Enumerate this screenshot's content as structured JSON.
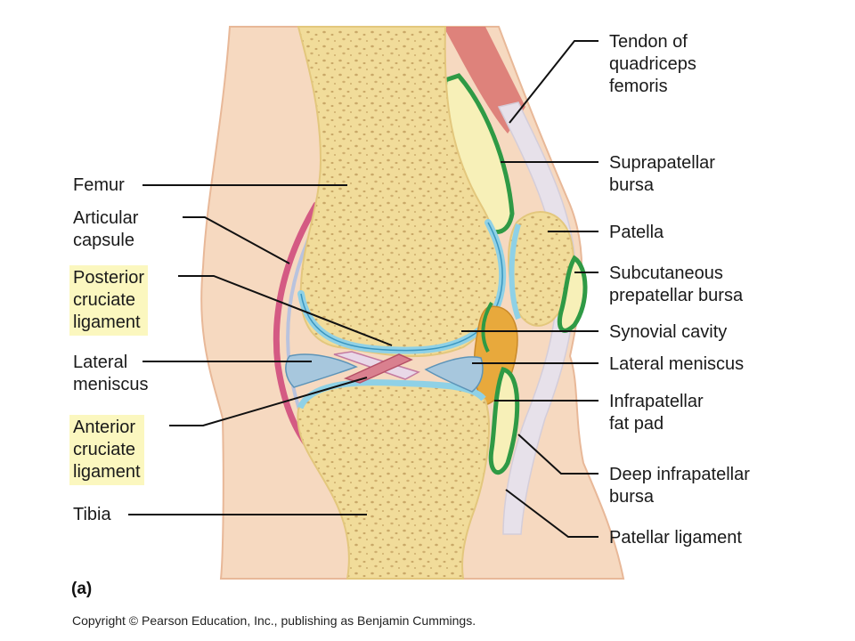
{
  "labels": {
    "left": [
      {
        "id": "femur",
        "text": "Femur",
        "highlight": false
      },
      {
        "id": "articular-capsule",
        "text": "Articular\ncapsule",
        "highlight": false
      },
      {
        "id": "posterior-cruciate-ligament",
        "text": "Posterior\ncruciate\nligament",
        "highlight": true
      },
      {
        "id": "lateral-meniscus-left",
        "text": "Lateral\nmeniscus",
        "highlight": false
      },
      {
        "id": "anterior-cruciate-ligament",
        "text": "Anterior\ncruciate\nligament",
        "highlight": true
      },
      {
        "id": "tibia",
        "text": "Tibia",
        "highlight": false
      }
    ],
    "right": [
      {
        "id": "tendon-of-quadriceps-femoris",
        "text": "Tendon of\nquadriceps\nfemoris"
      },
      {
        "id": "suprapatellar-bursa",
        "text": "Suprapatellar\nbursa"
      },
      {
        "id": "patella",
        "text": "Patella"
      },
      {
        "id": "subcutaneous-prepatellar-bursa",
        "text": "Subcutaneous\nprepatellar bursa"
      },
      {
        "id": "synovial-cavity",
        "text": "Synovial cavity"
      },
      {
        "id": "lateral-meniscus-right",
        "text": "Lateral meniscus"
      },
      {
        "id": "infrapatellar-fat-pad",
        "text": "Infrapatellar\nfat pad"
      },
      {
        "id": "deep-infrapatellar-bursa",
        "text": "Deep infrapatellar\nbursa"
      },
      {
        "id": "patellar-ligament",
        "text": "Patellar ligament"
      }
    ]
  },
  "figure_tag": "(a)",
  "copyright": "Copyright © Pearson Education, Inc., publishing as Benjamin Cummings.",
  "colors": {
    "skin": "#f6d9c0",
    "skin_edge": "#e8b898",
    "bone": "#f1dc9a",
    "bone_edge": "#e3c77d",
    "bone_pores": "#c9a868",
    "cartilage": "#8fd1e6",
    "cartilage_edge": "#3b96bf",
    "bursa_green": "#2f9a45",
    "bursa_fill": "#f7f0b8",
    "muscle": "#d9726e",
    "ligament": "#e7e1ea",
    "fat_pad": "#e8a93c",
    "capsule_pink": "#d45a83",
    "highlight": "#fbf7bf",
    "leader": "#111111"
  }
}
